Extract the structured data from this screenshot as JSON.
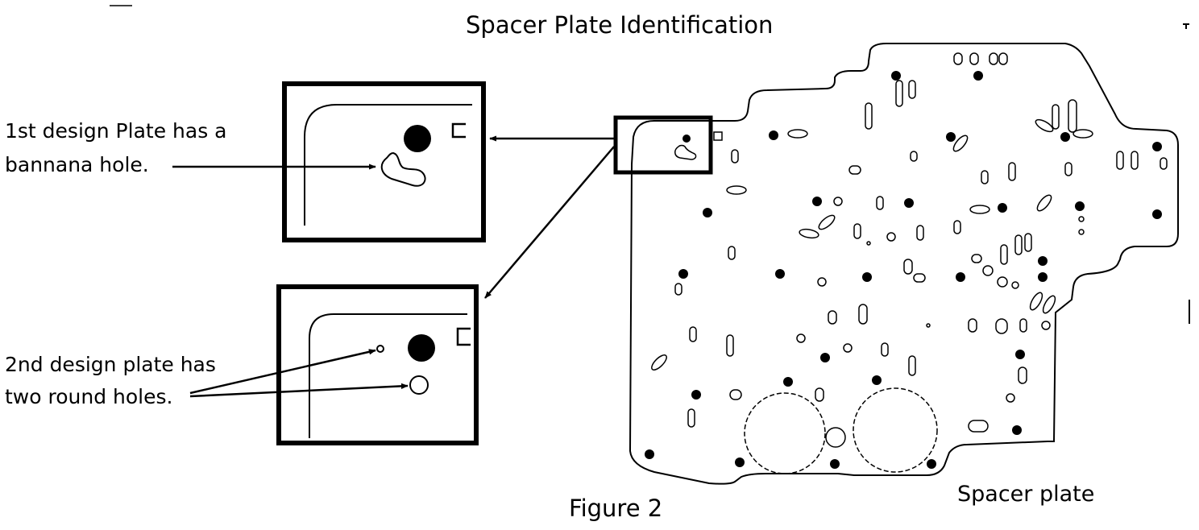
{
  "title": "Spacer Plate Identification",
  "callouts": {
    "first_design": {
      "line1": "1st design Plate has a",
      "line2": "bannana hole."
    },
    "second_design": {
      "line1": "2nd design plate has",
      "line2": "two round holes."
    }
  },
  "figure_label": "Figure 2",
  "plate_label": "Spacer plate"
}
